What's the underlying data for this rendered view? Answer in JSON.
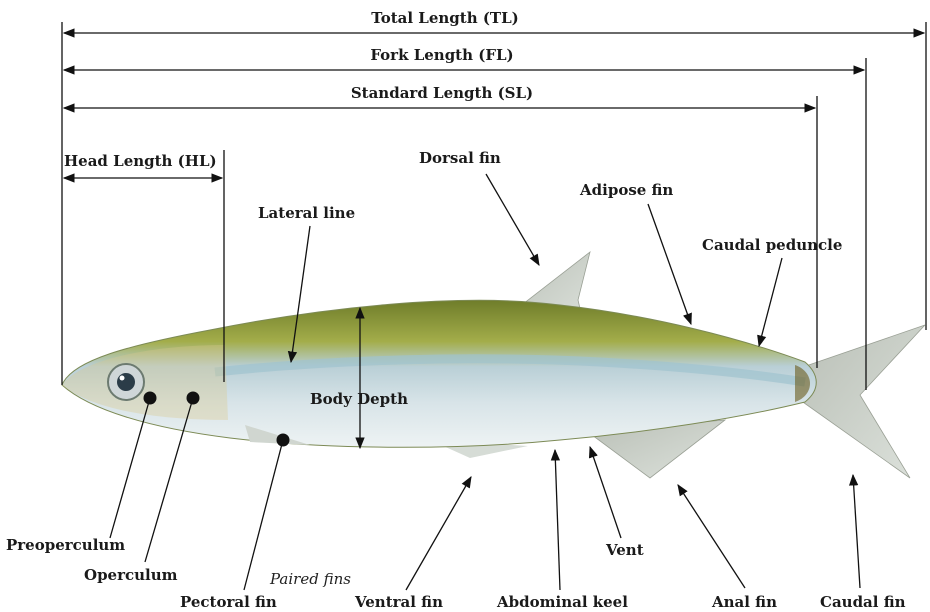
{
  "measurements": {
    "total_length": "Total Length (TL)",
    "fork_length": "Fork Length (FL)",
    "standard_length": "Standard Length (SL)",
    "head_length": "Head Length (HL)",
    "body_depth": "Body Depth"
  },
  "labels": {
    "dorsal_fin": "Dorsal fin",
    "adipose_fin": "Adipose fin",
    "caudal_peduncle": "Caudal peduncle",
    "lateral_line": "Lateral line",
    "preoperculum": "Preoperculum",
    "operculum": "Operculum",
    "pectoral_fin": "Pectoral fin",
    "ventral_fin": "Ventral fin",
    "abdominal_keel": "Abdominal keel",
    "vent": "Vent",
    "anal_fin": "Anal fin",
    "caudal_fin": "Caudal fin",
    "paired_fins": "Paired fins"
  },
  "colors": {
    "dorsal_body": "#8a9a3a",
    "flank": "#c9dbe0",
    "belly": "#e6eef0",
    "fin": "#c8cec8",
    "line": "#111111"
  }
}
